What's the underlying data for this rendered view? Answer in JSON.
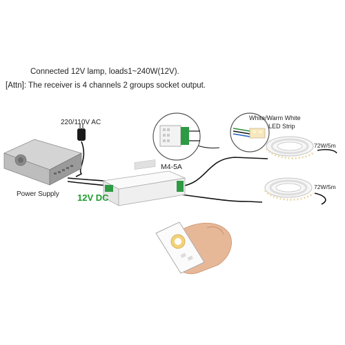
{
  "header": {
    "line1": "Connected 12V lamp, loads1~240W(12V).",
    "line2": "[Attn]: The receiver is 4 channels 2 groups socket output."
  },
  "power": {
    "ac_label": "220/110V AC",
    "supply_label": "Power Supply",
    "dc_label": "12V DC"
  },
  "receiver": {
    "model_label": "M4-5A"
  },
  "strips": {
    "type_label_line1": "White/Warm White",
    "type_label_line2": "LED Strip",
    "strip1_wattage": "72W/5m",
    "strip2_wattage": "72W/5m"
  },
  "colors": {
    "dc_label": "#1e9b2d",
    "wire": "#111111",
    "housing": "#f2f2f2",
    "terminal": "#2e9a44"
  }
}
